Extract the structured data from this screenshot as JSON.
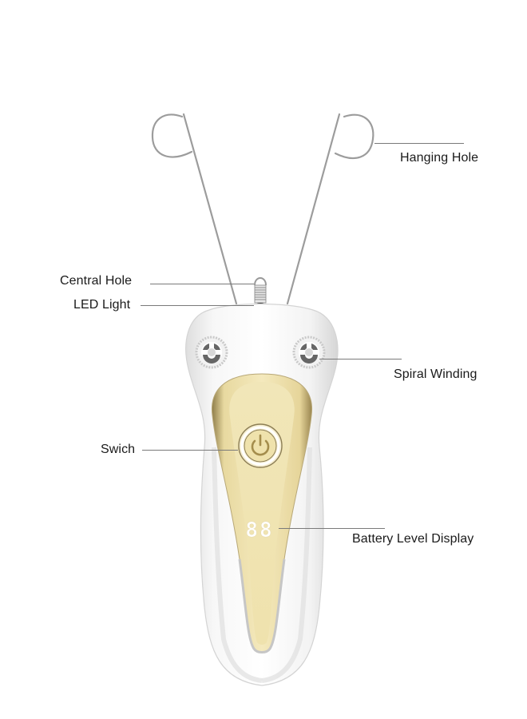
{
  "diagram": {
    "subject": "Electric facial threading hair remover",
    "colors": {
      "background": "#ffffff",
      "body_white": "#f4f4f4",
      "body_shade": "#d9d9d9",
      "gold_panel": "#efe3b0",
      "gold_dark": "#8c7b4a",
      "wire": "#9a9a9a",
      "leader_line": "#7a7a7a",
      "label_text": "#1a1a1a",
      "display_digits": "#ffffff"
    },
    "display": {
      "digits": "88"
    },
    "labels": [
      {
        "id": "hanging-hole",
        "text": "Hanging Hole"
      },
      {
        "id": "central-hole",
        "text": "Central Hole"
      },
      {
        "id": "led-light",
        "text": "LED Light"
      },
      {
        "id": "spiral-winding",
        "text": "Spiral Winding"
      },
      {
        "id": "switch",
        "text": "Swich"
      },
      {
        "id": "battery-level-display",
        "text": "Battery Level Display"
      }
    ]
  }
}
